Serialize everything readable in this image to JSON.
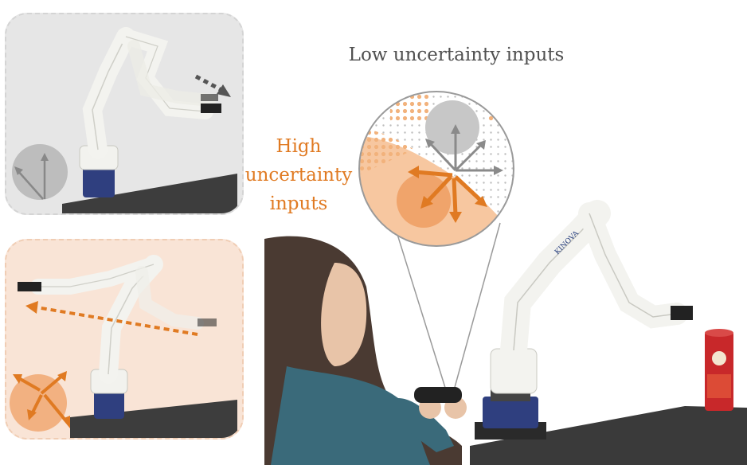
{
  "labels": {
    "low_uncertainty": "Low uncertainty inputs",
    "high_uncertainty": "High uncertainty inputs"
  },
  "robot_brand": "KINOVA",
  "colors": {
    "high_uncertainty": "#e07a22",
    "low_uncertainty": "#8a8a8a",
    "panel_top_bg": "#e6e6e6",
    "panel_bottom_bg": "#f9e4d6"
  }
}
